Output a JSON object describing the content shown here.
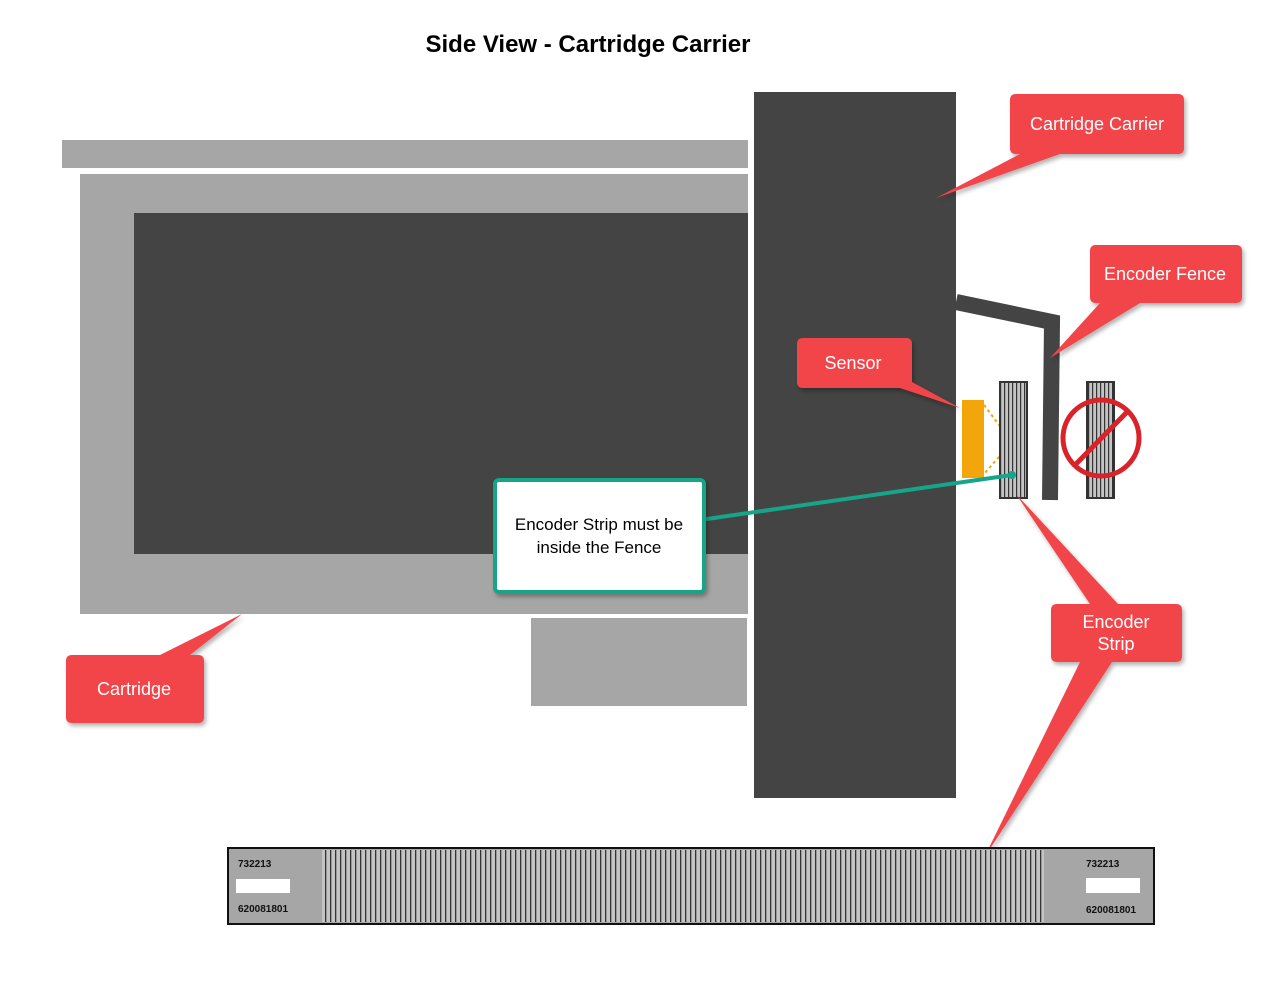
{
  "title": "Side View - Cartridge Carrier",
  "callouts": {
    "cartridge_carrier": "Cartridge Carrier",
    "encoder_fence": "Encoder Fence",
    "sensor": "Sensor",
    "cartridge": "Cartridge",
    "encoder_strip_line1": "Encoder",
    "encoder_strip_line2": "Strip"
  },
  "note": {
    "line1": "Encoder Strip must be",
    "line2": "inside the Fence"
  },
  "strip_labels": {
    "left_top": "732213",
    "left_bottom": "620081801",
    "right_top": "732213",
    "right_bottom": "620081801"
  },
  "colors": {
    "callout": "#f1444a",
    "note_border": "#17a589",
    "dark_gray": "#444444",
    "light_gray": "#a6a6a6",
    "sensor": "#f2a60c"
  }
}
